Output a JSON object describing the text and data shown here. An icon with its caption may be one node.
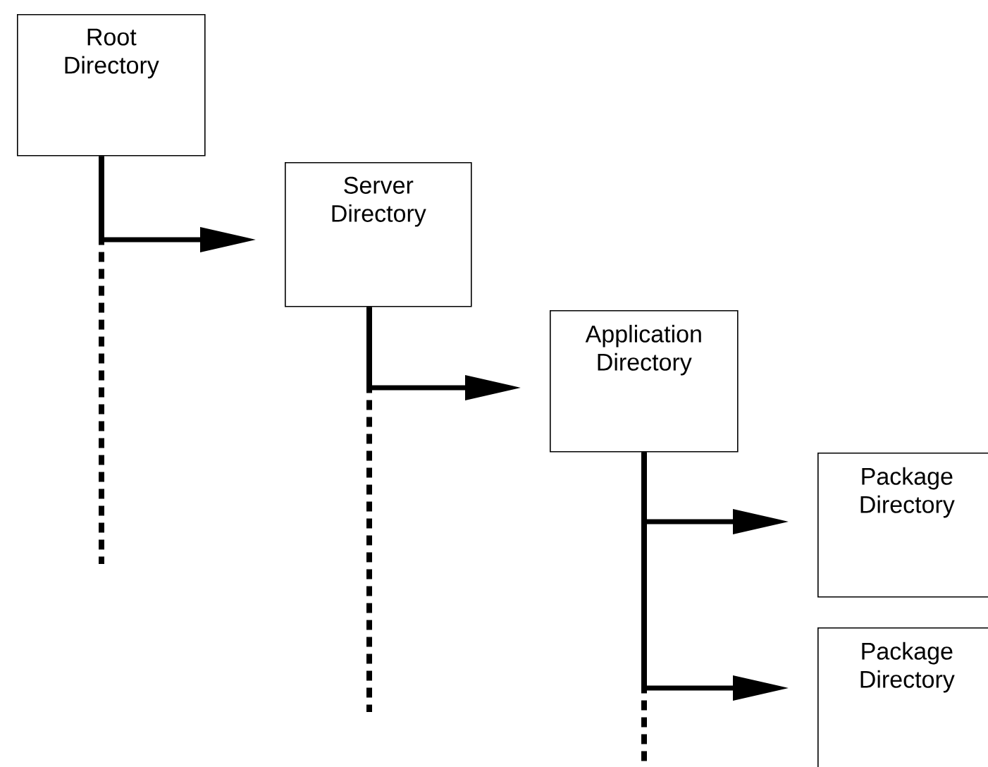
{
  "diagram": {
    "nodes": [
      {
        "text": [
          "Root Directory"
        ]
      },
      {
        "text": [
          "Server Directory"
        ]
      },
      {
        "text": [
          "Application Directory"
        ]
      },
      {
        "text": [
          "Package Directory"
        ]
      },
      {
        "text": [
          "Package Directory"
        ]
      }
    ],
    "edges": [
      {
        "from": 0,
        "to": 1,
        "arrow": "to"
      },
      {
        "from": 0,
        "to": null,
        "arrow": "none",
        "style": "dashed"
      },
      {
        "from": 1,
        "to": 2,
        "arrow": "to"
      },
      {
        "from": 1,
        "to": null,
        "arrow": "none",
        "style": "dashed"
      },
      {
        "from": 2,
        "to": 3,
        "arrow": "to"
      },
      {
        "from": 2,
        "to": 4,
        "arrow": "to"
      },
      {
        "from": 2,
        "to": null,
        "arrow": "none",
        "style": "dashed"
      }
    ]
  }
}
